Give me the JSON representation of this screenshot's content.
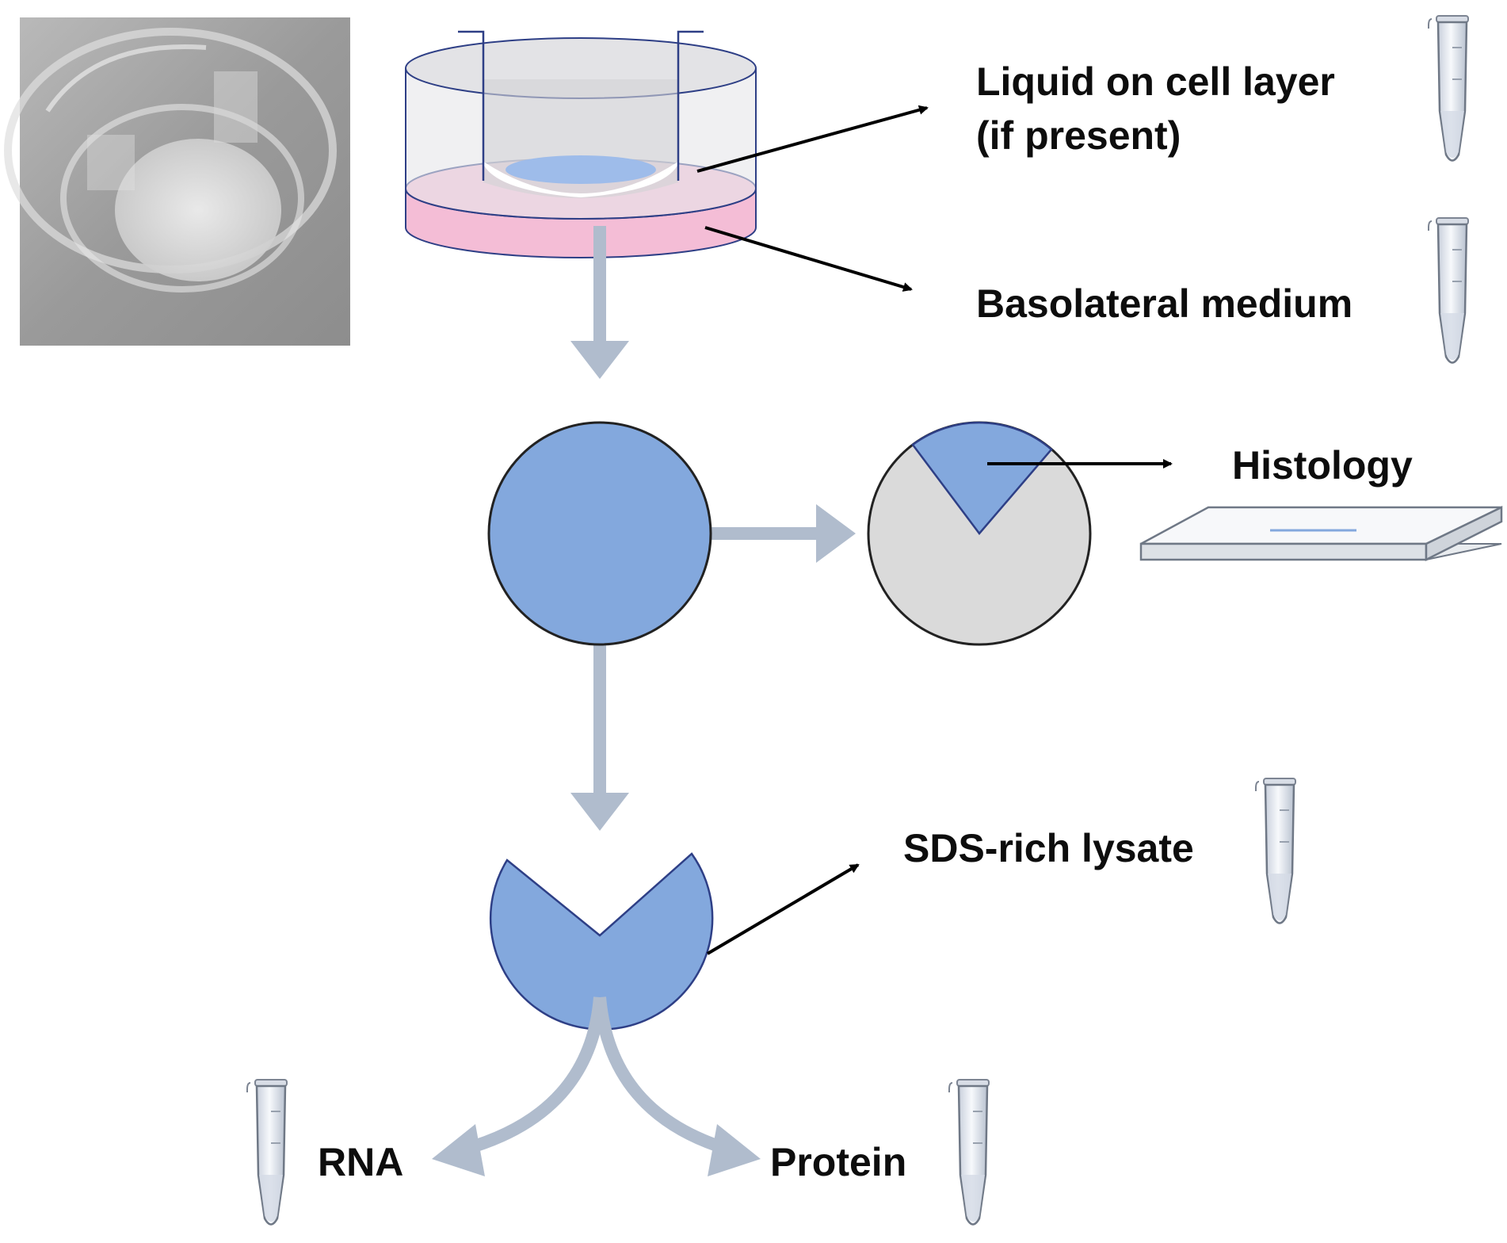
{
  "labels": {
    "liquid_line1": "Liquid on cell layer",
    "liquid_line2": "(if present)",
    "basolateral": "Basolateral medium",
    "histology": "Histology",
    "sds_lysate": "SDS-rich lysate",
    "rna": "RNA",
    "protein": "Protein"
  },
  "photo": {
    "subject": "transwell-insert-photo"
  },
  "colors": {
    "flow_arrow": "#b0bccd",
    "membrane_blue": "#83a8dd",
    "medium_pink": "#f4bdd6",
    "outline_blue": "#2e3f86",
    "disc_gray": "#dadada",
    "arrow_black": "#000000"
  }
}
